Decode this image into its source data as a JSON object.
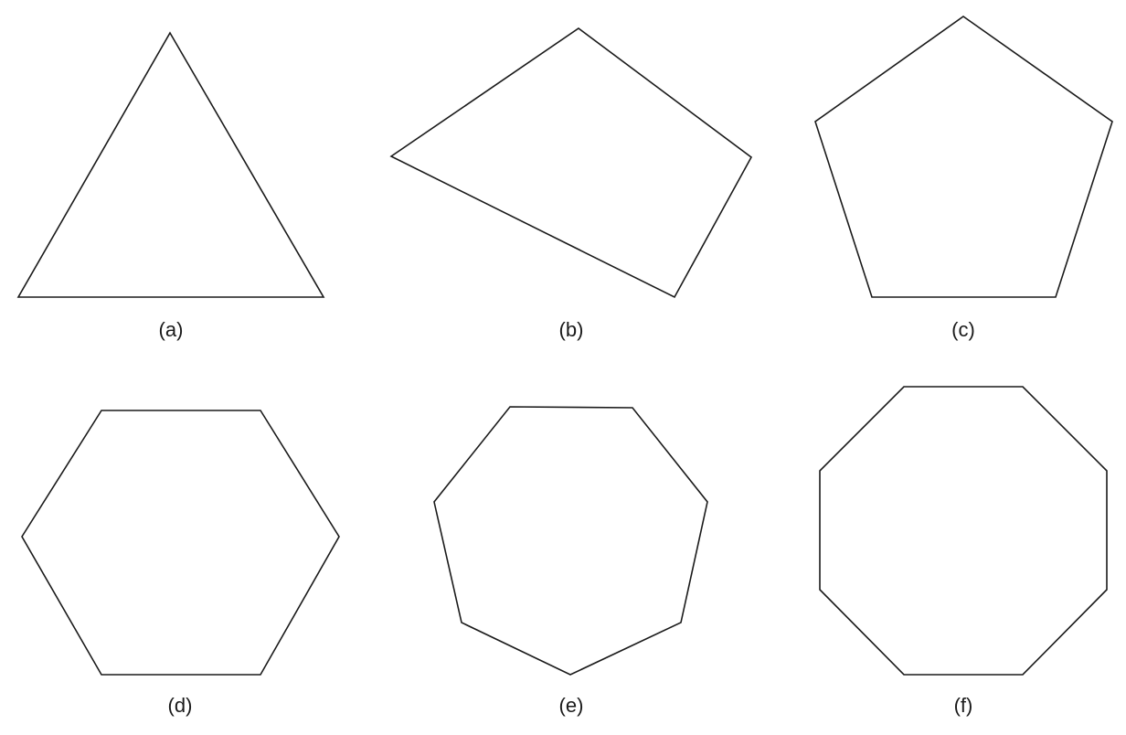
{
  "figure": {
    "panels": [
      {
        "label": "(a)",
        "shape": "triangle",
        "sides": 3
      },
      {
        "label": "(b)",
        "shape": "quadrilateral",
        "sides": 4
      },
      {
        "label": "(c)",
        "shape": "pentagon",
        "sides": 5
      },
      {
        "label": "(d)",
        "shape": "hexagon",
        "sides": 6
      },
      {
        "label": "(e)",
        "shape": "heptagon",
        "sides": 7
      },
      {
        "label": "(f)",
        "shape": "octagon",
        "sides": 8
      }
    ]
  }
}
